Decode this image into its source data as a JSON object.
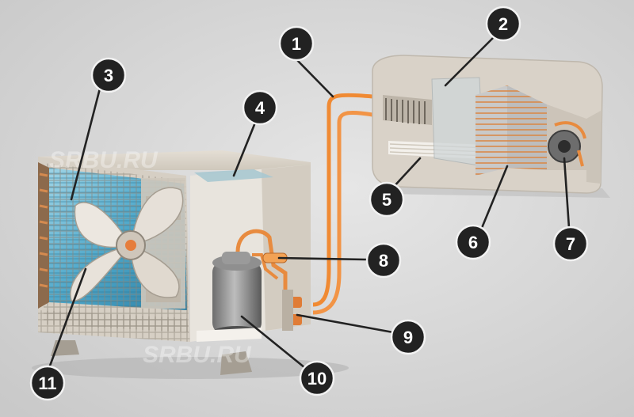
{
  "watermark": "SRBU.RU",
  "callouts": [
    "1",
    "2",
    "3",
    "4",
    "5",
    "6",
    "7",
    "8",
    "9",
    "10",
    "11"
  ],
  "colors": {
    "background": "#dcdcdc",
    "housing": "#d8d1c6",
    "housing_shade": "#bdb5aa",
    "coil_blue": "#5fb2cf",
    "copper_pipe": "#f08a33",
    "callout": "#222222"
  }
}
